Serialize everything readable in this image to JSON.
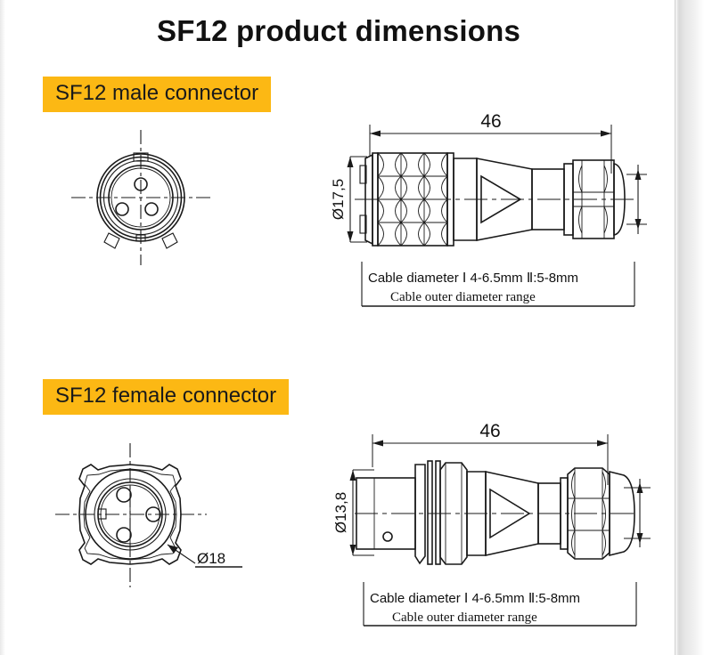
{
  "page": {
    "title": "SF12 product dimensions",
    "background_color": "#ffffff",
    "accent_color": "#fcb814"
  },
  "sections": [
    {
      "id": "male",
      "badge_label": "SF12 male connector",
      "front_view": {
        "name": "male-front-view",
        "pin_count": 3,
        "keyway_count": 3
      },
      "side_view": {
        "name": "male-side-view",
        "length_dimension": "46",
        "diameter_dimension": "Ø17,5"
      },
      "note": {
        "line1": "Cable diameter  Ⅰ  4-6.5mm  Ⅱ:5-8mm",
        "line1_label": "Cable diameter",
        "line1_opt1": "Ⅰ",
        "line1_val1": "4-6.5mm",
        "line1_opt2": "Ⅱ:5-8mm",
        "line2": "Cable outer diameter range"
      }
    },
    {
      "id": "female",
      "badge_label": "SF12 female connector",
      "front_view": {
        "name": "female-front-view",
        "socket_count": 3,
        "flange_diameter": "Ø18"
      },
      "side_view": {
        "name": "female-side-view",
        "length_dimension": "46",
        "diameter_dimension": "Ø13,8"
      },
      "note": {
        "line1": "Cable diameter  Ⅰ  4-6.5mm  Ⅱ:5-8mm",
        "line1_label": "Cable diameter",
        "line1_opt1": "Ⅰ",
        "line1_val1": "4-6.5mm",
        "line1_opt2": "Ⅱ:5-8mm",
        "line2": "Cable outer diameter range"
      }
    }
  ]
}
